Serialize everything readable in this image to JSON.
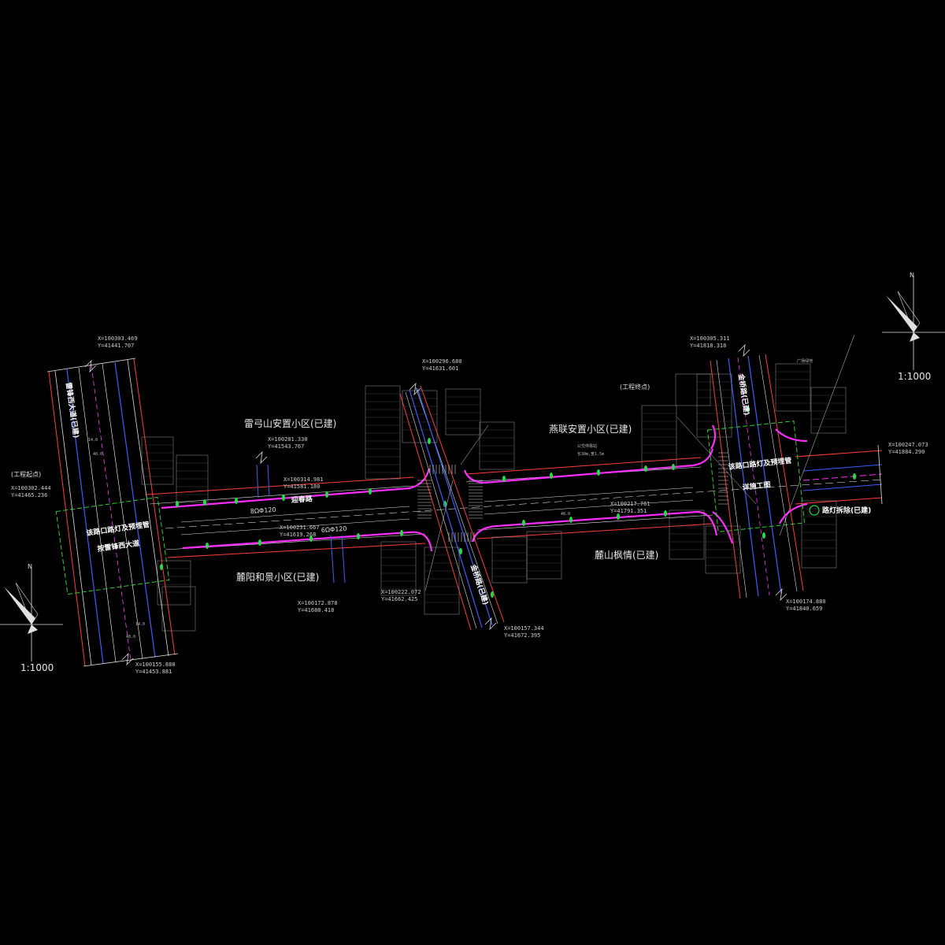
{
  "labels": {
    "start_point": "(工程起点)",
    "end_point": "(工程终点)",
    "area_top_left": "雷弓山安置小区(已建)",
    "area_top_right": "燕联安置小区(已建)",
    "area_bottom_left": "麓阳和景小区(已建)",
    "area_bottom_right": "麓山枫情(已建)",
    "road_main": "迎春路",
    "road_left_vertical": "雷锋西大道(已建)",
    "road_mid_vertical": "金桥路(已建)",
    "road_right_vertical": "金桥路(已建)",
    "lamp_note": "路灯拆除(已建)",
    "left_box_note_1": "该路口路灯及预埋管",
    "left_box_note_2": "按雷锋西大道",
    "right_box_note_1": "该路口路灯及预埋管",
    "right_box_note_2": "详施工图",
    "pipe_1": "8ΩΦ120",
    "pipe_2": "6ΩΦ120",
    "dim_14": "14.0",
    "dim_40": "40.0",
    "dim_48": "48.0",
    "note_station": "公交停靠站",
    "note_station_2": "长30m,宽1.5m",
    "note_plaza": "广场绿地"
  },
  "scales": {
    "left": "1:1000",
    "right": "1:1000"
  },
  "compass": {
    "left_n": "N",
    "right_n": "N"
  },
  "coords": {
    "c1a": "X=100303.469",
    "c1b": "Y=41441.707",
    "c2a": "X=100302.444",
    "c2b": "Y=41465.236",
    "c3a": "X=100155.880",
    "c3b": "Y=41453.881",
    "c4a": "X=100296.680",
    "c4b": "Y=41631.601",
    "c5a": "X=100281.330",
    "c5b": "Y=41543.767",
    "c6a": "X=100314.981",
    "c6b": "Y=41581.180",
    "c7a": "X=100172.878",
    "c7b": "Y=41688.418",
    "c8a": "X=100157.344",
    "c8b": "Y=41672.395",
    "c9a": "X=100305.311",
    "c9b": "Y=41818.318",
    "c10a": "X=100247.073",
    "c10b": "Y=41884.290",
    "c11a": "X=100174.880",
    "c11b": "Y=41840.659",
    "c12a": "X=100222.072",
    "c12b": "Y=41662.425",
    "c13a": "X=100231.667",
    "c13b": "Y=41619.268",
    "c14a": "X=100217.761",
    "c14b": "Y=41791.351"
  }
}
